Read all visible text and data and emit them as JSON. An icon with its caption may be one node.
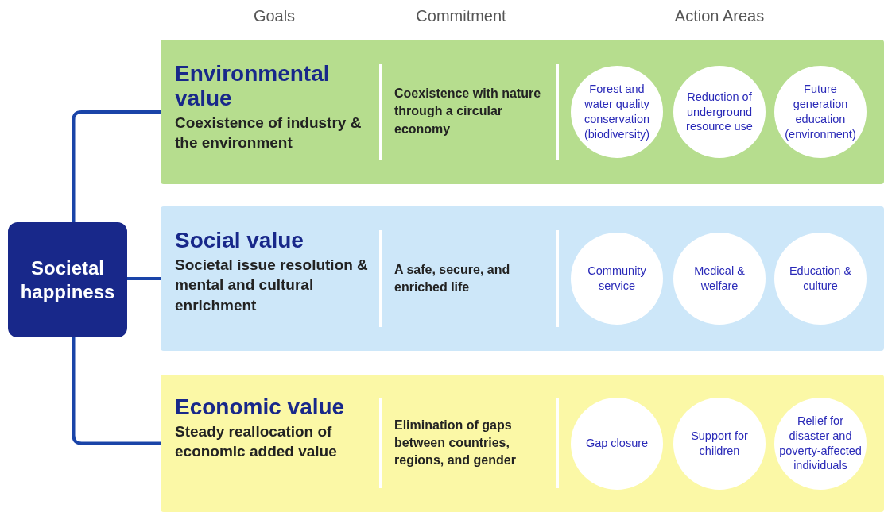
{
  "diagram": {
    "nodes": [
      {
        "text": [
          "Societal happiness"
        ]
      },
      {
        "text": [
          "Environmental value",
          "Coexistence of industry & the environment",
          "Coexistence with nature through a circular economy"
        ]
      },
      {
        "text": [
          "Forest and water quality conservation (biodiversity)"
        ],
        "in": 1
      },
      {
        "text": [
          "Reduction of underground resource use"
        ],
        "in": 1
      },
      {
        "text": [
          "Future generation education (environment)"
        ],
        "in": 1
      },
      {
        "text": [
          "Social value",
          "Societal issue resolution & mental and cultural enrichment",
          "A safe, secure, and enriched life"
        ]
      },
      {
        "text": [
          "Community service"
        ],
        "in": 5
      },
      {
        "text": [
          "Medical & welfare"
        ],
        "in": 5
      },
      {
        "text": [
          "Education & culture"
        ],
        "in": 5
      },
      {
        "text": [
          "Economic value",
          "Steady reallocation of economic added value",
          "Elimination of gaps between countries, regions, and gender"
        ]
      },
      {
        "text": [
          "Gap closure"
        ],
        "in": 9
      },
      {
        "text": [
          "Support for children"
        ],
        "in": 9
      },
      {
        "text": [
          "Relief for disaster and poverty-affected individuals"
        ],
        "in": 9
      }
    ],
    "edges": [
      {
        "from": 0,
        "to": 1,
        "arrow": "none"
      },
      {
        "from": 0,
        "to": 5,
        "arrow": "none"
      },
      {
        "from": 0,
        "to": 9,
        "arrow": "none"
      }
    ],
    "labels": [
      "Goals",
      "Commitment",
      "Action Areas"
    ]
  }
}
